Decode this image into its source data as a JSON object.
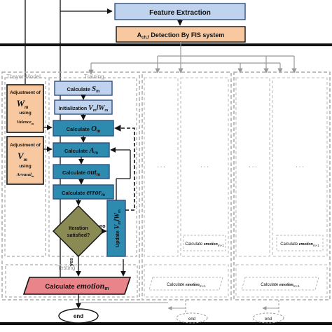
{
  "feature_extraction": "Feature Extraction",
  "detection": "A",
  "detection_sub": "ch,f",
  "detection_rest": " Detection By FIS system",
  "thayer_model": "Thayer Model",
  "training": "Training",
  "testing": "Testing",
  "adjust_w": {
    "line1": "Adjustment of",
    "var": "W",
    "sub": "m",
    "line3": "using",
    "line4": "Valence",
    "line4_sub": "m"
  },
  "adjust_v": {
    "line1": "Adjustment of",
    "var": "V",
    "sub": "m",
    "line3": "using",
    "line4": "Arousal",
    "line4_sub": "m"
  },
  "calc_s": {
    "text": "Calculate ",
    "var": "S",
    "sub": "m"
  },
  "init": {
    "text": "Initialization ",
    "var": "V",
    "sub": "m",
    "mid": "/",
    "var2": "W",
    "sub2": "m"
  },
  "calc_o": {
    "text": "Calculate ",
    "var": "O",
    "sub": "m"
  },
  "calc_a": {
    "text": "Calculate ",
    "var": "A",
    "sub": "m"
  },
  "calc_out": {
    "text": "Calculate ",
    "var": "out",
    "sub": "m"
  },
  "calc_error": {
    "text": "Calculate ",
    "var": "error",
    "sub": "m"
  },
  "decision": {
    "line1": "Iteration",
    "line2": "satisfied?"
  },
  "label_no": "no",
  "label_yes": "yes",
  "update": {
    "text": "Update ",
    "var": "V",
    "sub": "m",
    "mid": "/",
    "var2": "W",
    "sub2": "m"
  },
  "calc_emotion": {
    "text": "Calculate ",
    "var": "emotion",
    "sub": "m"
  },
  "end": "end",
  "ellipsis": "· · ·",
  "ghost1": {
    "text": "Calculate ",
    "var": "emotion",
    "sub": "m+1"
  },
  "ghost2": {
    "text": "Calculate ",
    "var": "emotion",
    "sub": "m+1"
  },
  "ghost_bottom1": {
    "text": "Calculate ",
    "var": "emotion",
    "sub": "m+1"
  },
  "ghost_bottom2": {
    "text": "Calculate ",
    "var": "emotion",
    "sub": "m+1"
  },
  "colors": {
    "blue_fill": "#bfd3ee",
    "blue_stroke": "#2f4f7f",
    "orange_fill": "#f8c9a0",
    "orange_stroke": "#1a1a1a",
    "teal_fill": "#2e8bb0",
    "olive_fill": "#8a8a55",
    "pink_fill": "#e8848a",
    "gray": "#aaaaaa"
  }
}
